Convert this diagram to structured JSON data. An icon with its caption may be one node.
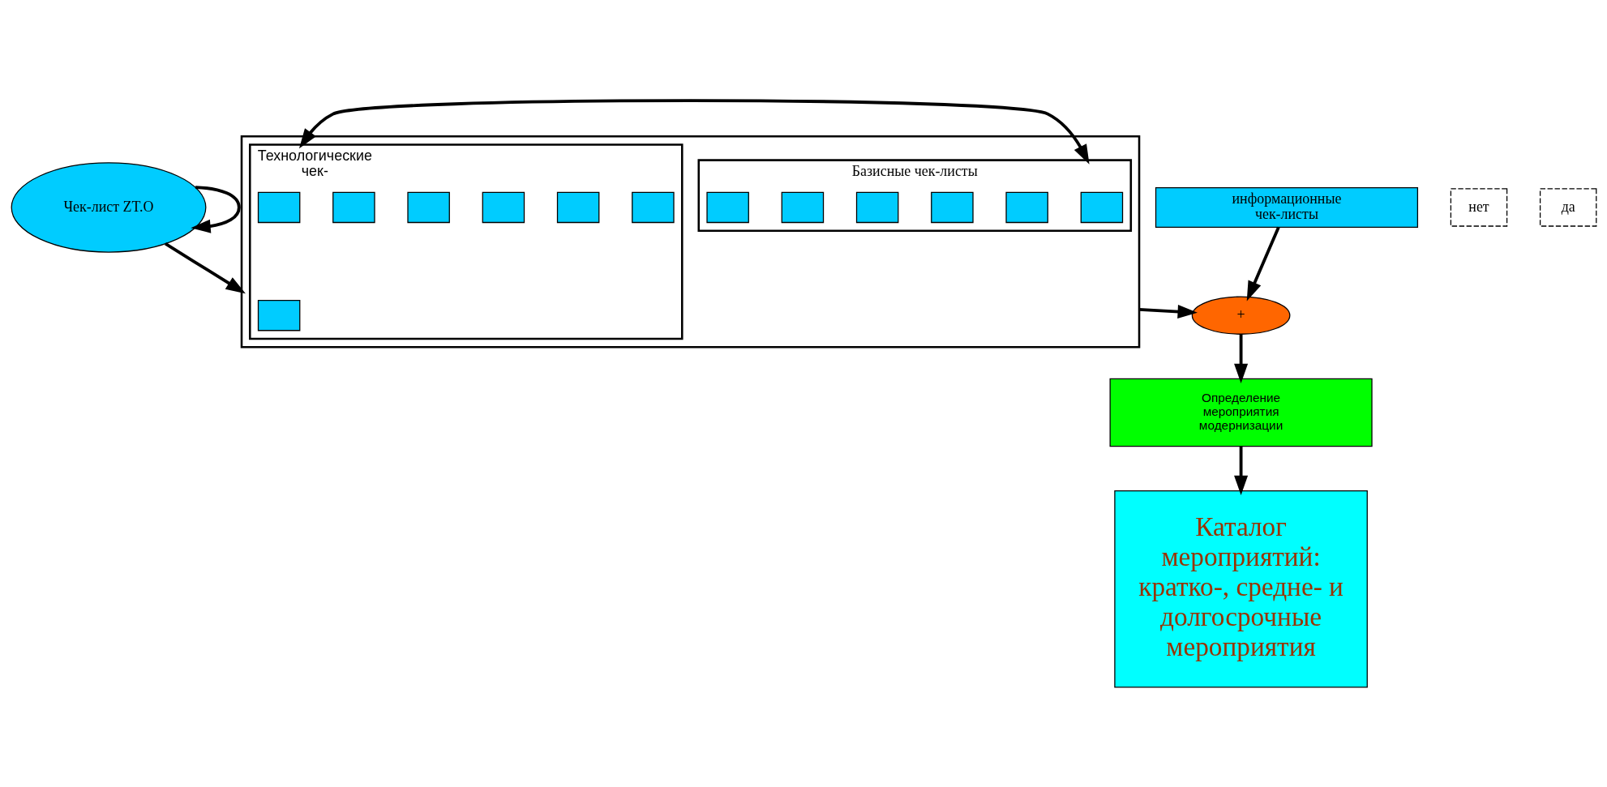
{
  "diagram": {
    "nodes": [
      {
        "text": [
          "Чек-лист ZT.O"
        ]
      },
      {
        "text": [
          "нет"
        ]
      },
      {
        "text": [
          "да"
        ]
      },
      {
        "text": [],
        "shape": "box"
      },
      {
        "text": [
          "Технологические чек-"
        ],
        "in": 3
      },
      {
        "text": [],
        "shape": "box",
        "in": 4
      },
      {
        "text": [],
        "shape": "box",
        "in": 4
      },
      {
        "text": [],
        "shape": "box",
        "in": 4
      },
      {
        "text": [],
        "shape": "box",
        "in": 4
      },
      {
        "text": [],
        "shape": "box",
        "in": 4
      },
      {
        "text": [],
        "shape": "box",
        "in": 4
      },
      {
        "text": [],
        "shape": "box",
        "in": 4
      },
      {
        "text": [
          "Базисные чек-листы"
        ],
        "in": 3
      },
      {
        "text": [],
        "shape": "box",
        "in": 12
      },
      {
        "text": [],
        "shape": "box",
        "in": 12
      },
      {
        "text": [],
        "shape": "box",
        "in": 12
      },
      {
        "text": [],
        "shape": "box",
        "in": 12
      },
      {
        "text": [],
        "shape": "box",
        "in": 12
      },
      {
        "text": [],
        "shape": "box",
        "in": 12
      },
      {
        "text": [
          "информационные чек-листы"
        ]
      },
      {
        "text": [
          "+"
        ]
      },
      {
        "text": [
          "Определение мероприятия модернизации"
        ]
      },
      {
        "text": [
          "Каталог мероприятий: кратко-, средне- и долгосрочные мероприятия"
        ]
      }
    ],
    "edges": [
      {
        "from": 0,
        "to": 3,
        "arrow": "to"
      },
      {
        "from": 0,
        "to": 0,
        "arrow": "to"
      },
      {
        "from": 4,
        "to": 12,
        "arrow": "both"
      },
      {
        "from": 3,
        "to": 20,
        "arrow": "to"
      },
      {
        "from": 19,
        "to": 20,
        "arrow": "to"
      },
      {
        "from": 20,
        "to": 21,
        "arrow": "to"
      },
      {
        "from": 21,
        "to": 22,
        "arrow": "to"
      }
    ]
  }
}
